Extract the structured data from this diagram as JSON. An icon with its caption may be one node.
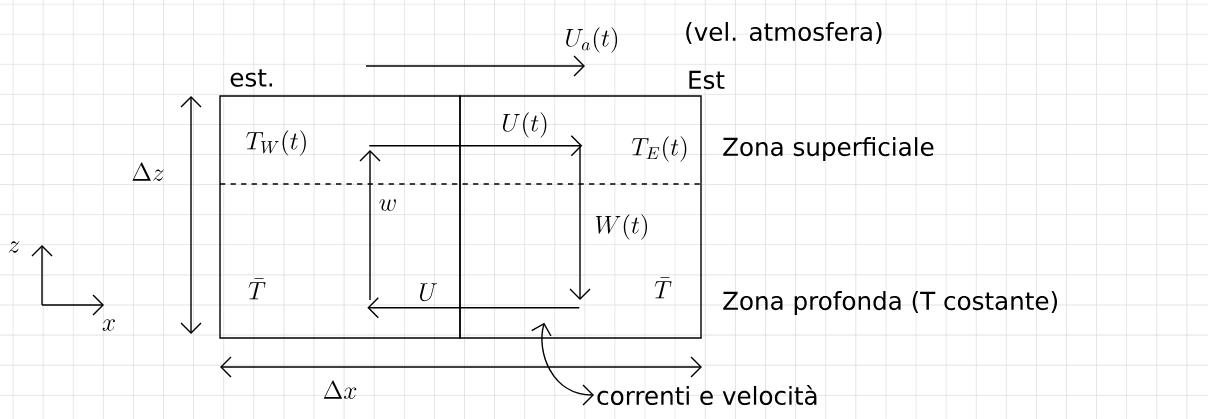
{
  "diagram": {
    "nodes": [
      {
        "text": [
          "T_W(t)",
          "\\bar{T}"
        ],
        "beside": [
          "est."
        ]
      },
      {
        "text": [
          "T_E(t)",
          "\\bar{T}"
        ],
        "beside": [
          "Est"
        ]
      },
      {
        "text": [
          "correnti e velocità"
        ]
      }
    ],
    "edges": [
      {
        "from": 2,
        "to": 1,
        "arrow": "both"
      },
      {
        "from": 0,
        "to": 1,
        "arrow": "to",
        "label": "U(t)"
      },
      {
        "from": 1,
        "to": 0,
        "arrow": "to",
        "label": "U"
      }
    ],
    "labels": [
      "U_a(t)",
      "(vel. atmosfera)",
      "\\Delta z",
      "Zona superficiale",
      "w",
      "W(t)",
      "z",
      "x",
      "Zona profonda (T costante)",
      "\\Delta x"
    ]
  }
}
